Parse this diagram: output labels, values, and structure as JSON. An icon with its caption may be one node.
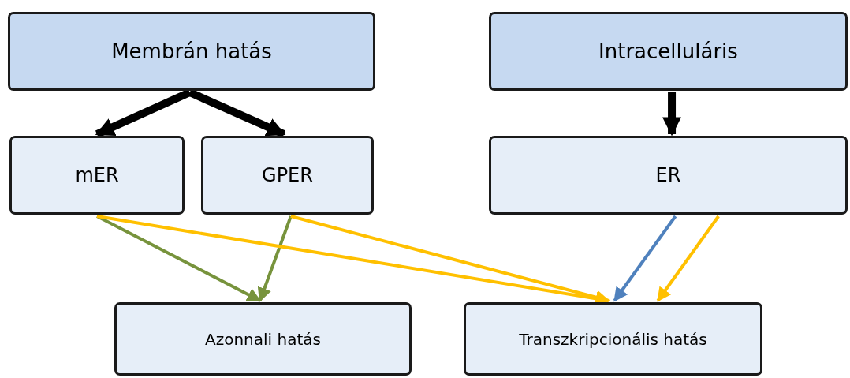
{
  "diagram": {
    "nodes": [
      {
        "text": [
          "Membrán hatás"
        ]
      },
      {
        "text": [
          "Intracelluláris"
        ]
      },
      {
        "text": [
          "mER"
        ]
      },
      {
        "text": [
          "GPER"
        ]
      },
      {
        "text": [
          "ER"
        ]
      },
      {
        "text": [
          "Azonnali hatás"
        ]
      },
      {
        "text": [
          "Transzkripcionális hatás"
        ]
      }
    ],
    "edges": [
      {
        "from": 0,
        "to": 2,
        "arrow": "to",
        "style": "thick",
        "color": "#000000"
      },
      {
        "from": 0,
        "to": 3,
        "arrow": "to",
        "style": "thick",
        "color": "#000000"
      },
      {
        "from": 1,
        "to": 4,
        "arrow": "to",
        "style": "thick",
        "color": "#000000"
      },
      {
        "from": 2,
        "to": 5,
        "arrow": "to",
        "color": "#77933c"
      },
      {
        "from": 3,
        "to": 5,
        "arrow": "to",
        "color": "#77933c"
      },
      {
        "from": 2,
        "to": 6,
        "arrow": "to",
        "color": "#ffc000"
      },
      {
        "from": 3,
        "to": 6,
        "arrow": "to",
        "color": "#ffc000"
      },
      {
        "from": 4,
        "to": 6,
        "arrow": "to",
        "color": "#4f81bd"
      },
      {
        "from": 4,
        "to": 6,
        "arrow": "to",
        "color": "#ffc000"
      }
    ]
  }
}
